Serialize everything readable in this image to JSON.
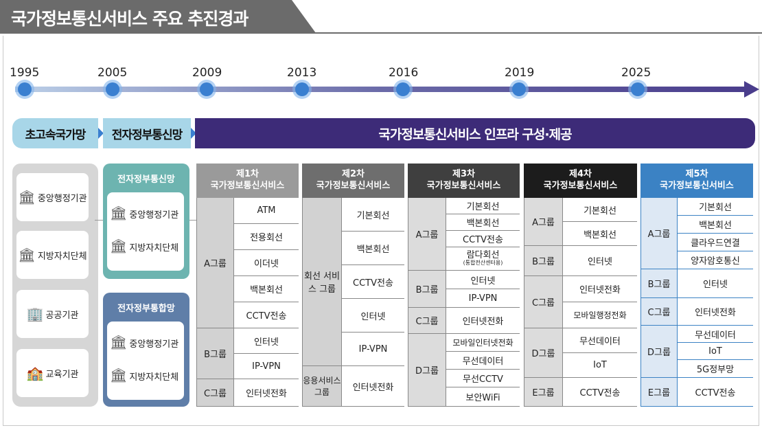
{
  "title": "국가정보통신서비스 주요 추진경과",
  "timeline": {
    "years": [
      "1995",
      "2005",
      "2009",
      "2013",
      "2016",
      "2019",
      "2025"
    ]
  },
  "phases": [
    "초고속국가망",
    "전자정부통신망",
    "국가정보통신서비스 인프라 구성·제공"
  ],
  "orgs": [
    "중앙행정기관",
    "지방자치단체",
    "공공기관",
    "교육기관"
  ],
  "networks": [
    {
      "title": "전자정부통신망",
      "items": [
        "중앙행정기관",
        "지방자치단체"
      ],
      "color": "#6db4b0"
    },
    {
      "title": "전자정부통합망",
      "items": [
        "중앙행정기관",
        "지방자치단체"
      ],
      "color": "#5f7ea8"
    }
  ],
  "services": [
    {
      "title1": "제1차",
      "title2": "국가정보통신서비스",
      "groups": [
        {
          "name": "A그룹",
          "items": [
            "ATM",
            "전용회선",
            "이더넷",
            "백본회선",
            "CCTV전송"
          ]
        },
        {
          "name": "B그룹",
          "items": [
            "인터넷",
            "IP-VPN"
          ]
        },
        {
          "name": "C그룹",
          "items": [
            "인터넷전화"
          ]
        }
      ]
    },
    {
      "title1": "제2차",
      "title2": "국가정보통신서비스",
      "groups": [
        {
          "name": "회선 서비스 그룹",
          "items": [
            "기본회선",
            "백본회선",
            "CCTV전송",
            "인터넷",
            "IP-VPN"
          ]
        },
        {
          "name": "응용서비스 그룹",
          "items": [
            "인터넷전화"
          ]
        }
      ]
    },
    {
      "title1": "제3차",
      "title2": "국가정보통신서비스",
      "groups": [
        {
          "name": "A그룹",
          "items": [
            "기본회선",
            "백본회선",
            "CCTV전송",
            "람다회선",
            "(통합전산센터용)"
          ]
        },
        {
          "name": "B그룹",
          "items": [
            "인터넷",
            "IP-VPN"
          ]
        },
        {
          "name": "C그룹",
          "items": [
            "인터넷전화"
          ]
        },
        {
          "name": "D그룹",
          "items": [
            "모바일인터넷전화",
            "무선데이터",
            "무선CCTV",
            "보안WiFi"
          ]
        }
      ]
    },
    {
      "title1": "제4차",
      "title2": "국가정보통신서비스",
      "groups": [
        {
          "name": "A그룹",
          "items": [
            "기본회선",
            "백본회선"
          ]
        },
        {
          "name": "B그룹",
          "items": [
            "인터넷"
          ]
        },
        {
          "name": "C그룹",
          "items": [
            "인터넷전화",
            "모바일행정전화"
          ]
        },
        {
          "name": "D그룹",
          "items": [
            "무선데이터",
            "IoT"
          ]
        },
        {
          "name": "E그룹",
          "items": [
            "CCTV전송"
          ]
        }
      ]
    },
    {
      "title1": "제5차",
      "title2": "국가정보통신서비스",
      "groups": [
        {
          "name": "A그룹",
          "items": [
            "기본회선",
            "백본회선",
            "클라우드연결",
            "양자암호통신"
          ]
        },
        {
          "name": "B그룹",
          "items": [
            "인터넷"
          ]
        },
        {
          "name": "C그룹",
          "items": [
            "인터넷전화"
          ]
        },
        {
          "name": "D그룹",
          "items": [
            "무선데이터",
            "IoT",
            "5G정부망"
          ]
        },
        {
          "name": "E그룹",
          "items": [
            "CCTV전송"
          ]
        }
      ]
    }
  ]
}
